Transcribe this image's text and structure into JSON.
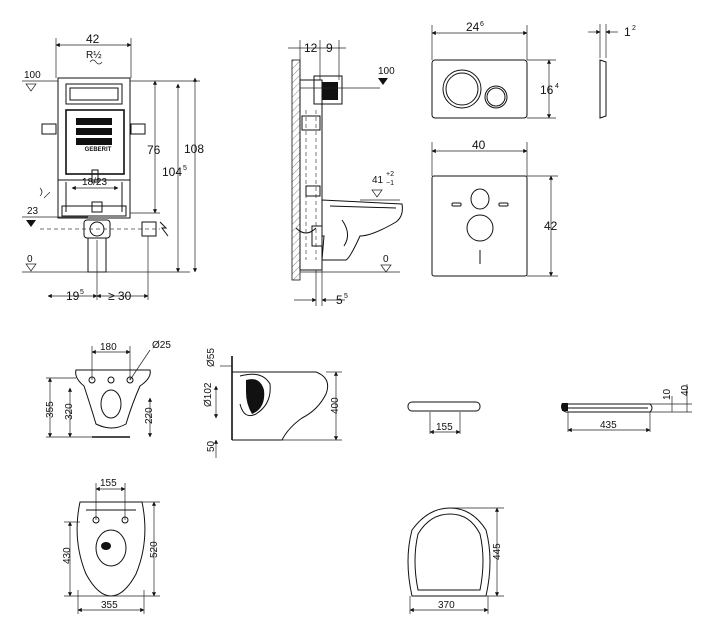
{
  "frame_front": {
    "width": "42",
    "thread": "R½",
    "level_top": "100",
    "level_mid": "23",
    "level_floor": "0",
    "height_76": "76",
    "height_104": "104",
    "height_104_sup": "5",
    "height_108": "108",
    "flush_range": "18/23",
    "offset_19": "19",
    "offset_19_sup": "5",
    "offset_30": "≥ 30",
    "brand": "GEBERIT"
  },
  "frame_side": {
    "dim_12": "12",
    "dim_9": "9",
    "level_top": "100",
    "bowl_height": "41",
    "bowl_tol_plus": "+2",
    "bowl_tol_minus": "−1",
    "level_floor": "0",
    "dim_5": "5",
    "dim_5_sup": "5"
  },
  "flush_plate": {
    "width": "24",
    "width_sup": "6",
    "height": "16",
    "height_sup": "4",
    "depth": "1",
    "depth_sup": "2"
  },
  "cover_plate": {
    "width": "40",
    "height": "42"
  },
  "bowl_front": {
    "spacing": "180",
    "hole": "Ø25",
    "h355": "355",
    "h320": "320",
    "h220": "220"
  },
  "bowl_side": {
    "d55": "Ø55",
    "d102": "Ø102",
    "d50": "50",
    "h400": "400"
  },
  "seat_front": {
    "width": "155"
  },
  "seat_side": {
    "length": "435",
    "h10": "10",
    "h40": "40"
  },
  "bowl_top": {
    "spacing": "155",
    "h430": "430",
    "h520": "520",
    "width": "355"
  },
  "seat_top": {
    "height": "445",
    "width": "370"
  }
}
